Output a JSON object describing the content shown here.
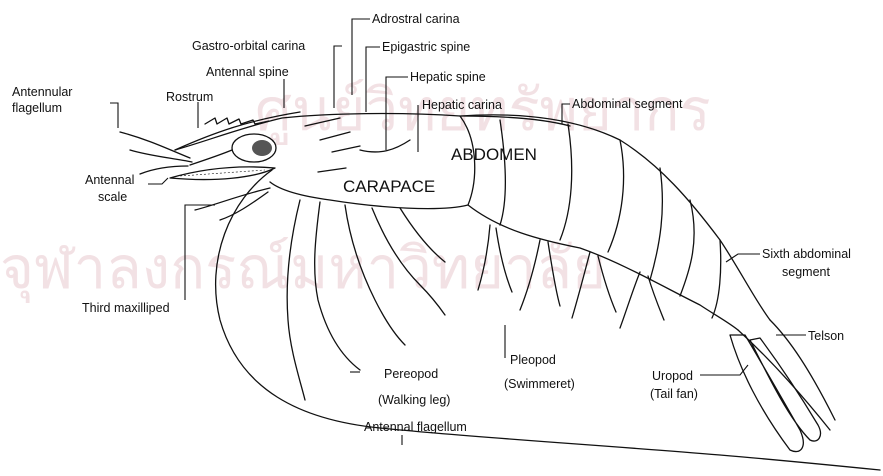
{
  "watermark": {
    "line1": "ศูนย์วิทยทรัพยากร",
    "line2": "จุฬาลงกรณ์มหาวิทยาลัย"
  },
  "regions": {
    "abdomen": "ABDOMEN",
    "carapace": "CARAPACE"
  },
  "labels": {
    "adrostral_carina": "Adrostral carina",
    "gastro_orbital_carina": "Gastro-orbital carina",
    "epigastric_spine": "Epigastric spine",
    "antennal_spine": "Antennal spine",
    "hepatic_spine": "Hepatic spine",
    "antennular_flagellum_1": "Antennular",
    "antennular_flagellum_2": "flagellum",
    "rostrum": "Rostrum",
    "hepatic_carina": "Hepatic carina",
    "abdominal_segment": "Abdominal segment",
    "antennal_scale_1": "Antennal",
    "antennal_scale_2": "scale",
    "sixth_abdominal_segment_1": "Sixth abdominal",
    "sixth_abdominal_segment_2": "segment",
    "third_maxilliped": "Third maxilliped",
    "telson": "Telson",
    "pereopod_1": "Pereopod",
    "pereopod_2": "(Walking leg)",
    "pleopod_1": "Pleopod",
    "pleopod_2": "(Swimmeret)",
    "uropod_1": "Uropod",
    "uropod_2": "(Tail fan)",
    "antennal_flagellum": "Antennal flagellum"
  }
}
